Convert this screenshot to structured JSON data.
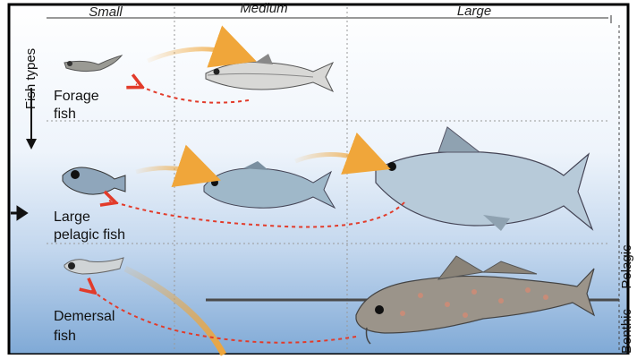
{
  "size_columns": [
    "Small",
    "Medium",
    "Large"
  ],
  "fish_types_label": "Fish types",
  "rows": [
    {
      "label_line1": "Forage",
      "label_line2": "fish"
    },
    {
      "label_line1": "Large",
      "label_line2": "pelagic fish"
    },
    {
      "label_line1": "Demersal",
      "label_line2": "fish"
    }
  ],
  "zones": {
    "pelagic": "Pelagic",
    "benthic": "Benthic"
  },
  "colors": {
    "growth_arrow": "#f0a63a",
    "return_arrow": "#e23b2a",
    "water_top": "#ffffff",
    "water_bottom": "#7fa9d6"
  }
}
